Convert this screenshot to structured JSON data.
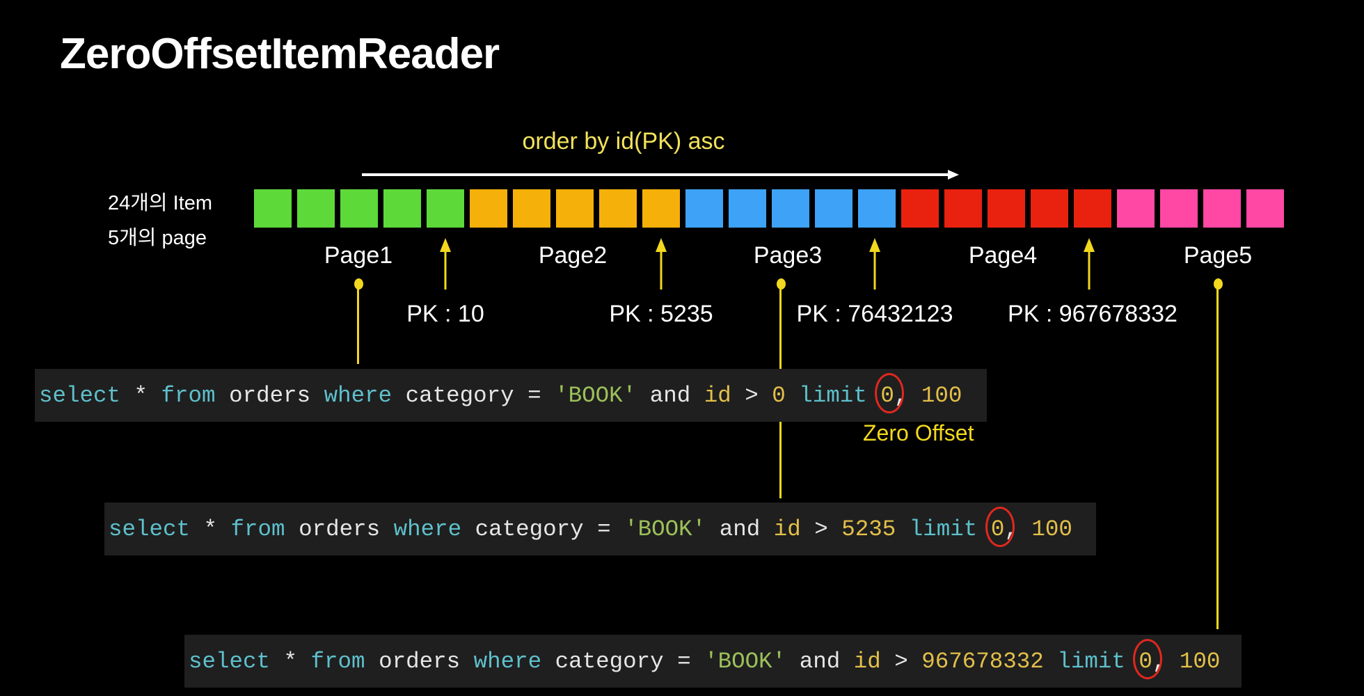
{
  "title": "ZeroOffsetItemReader",
  "order_label": "order by id(PK) asc",
  "item_count_label": "24개의 Item",
  "page_count_label": "5개의 page",
  "pages": [
    {
      "label": "Page1",
      "color": "#5dd93a",
      "items": 5
    },
    {
      "label": "Page2",
      "color": "#f6b00a",
      "items": 5
    },
    {
      "label": "Page3",
      "color": "#3ea2f7",
      "items": 5
    },
    {
      "label": "Page4",
      "color": "#e8220f",
      "items": 5
    },
    {
      "label": "Page5",
      "color": "#ff47a4",
      "items": 4
    }
  ],
  "pk_labels": [
    "PK : 10",
    "PK : 5235",
    "PK : 76432123",
    "PK : 967678332"
  ],
  "zero_offset_label": "Zero Offset",
  "queries": [
    {
      "tokens": [
        [
          "select",
          "kw"
        ],
        [
          " * ",
          "tx"
        ],
        [
          "from",
          "kw"
        ],
        [
          " orders ",
          "tx"
        ],
        [
          "where",
          "kw"
        ],
        [
          " category = ",
          "tx"
        ],
        [
          "'BOOK'",
          "st"
        ],
        [
          " and ",
          "tx"
        ],
        [
          "id",
          "nm"
        ],
        [
          " > ",
          "tx"
        ],
        [
          "0",
          "nm"
        ],
        [
          " ",
          "tx"
        ],
        [
          "limit",
          "kw"
        ],
        [
          " ",
          "tx"
        ],
        [
          "0",
          "nm",
          "circ"
        ],
        [
          ", ",
          "tx"
        ],
        [
          "100",
          "nm"
        ]
      ]
    },
    {
      "tokens": [
        [
          "select",
          "kw"
        ],
        [
          " * ",
          "tx"
        ],
        [
          "from",
          "kw"
        ],
        [
          " orders ",
          "tx"
        ],
        [
          "where",
          "kw"
        ],
        [
          " category = ",
          "tx"
        ],
        [
          "'BOOK'",
          "st"
        ],
        [
          " and ",
          "tx"
        ],
        [
          "id",
          "nm"
        ],
        [
          " > ",
          "tx"
        ],
        [
          "5235",
          "nm"
        ],
        [
          " ",
          "tx"
        ],
        [
          "limit",
          "kw"
        ],
        [
          " ",
          "tx"
        ],
        [
          "0",
          "nm",
          "circ"
        ],
        [
          ", ",
          "tx"
        ],
        [
          "100",
          "nm"
        ]
      ]
    },
    {
      "tokens": [
        [
          "select",
          "kw"
        ],
        [
          " * ",
          "tx"
        ],
        [
          "from",
          "kw"
        ],
        [
          " orders ",
          "tx"
        ],
        [
          "where",
          "kw"
        ],
        [
          " category = ",
          "tx"
        ],
        [
          "'BOOK'",
          "st"
        ],
        [
          " and ",
          "tx"
        ],
        [
          "id",
          "nm"
        ],
        [
          " > ",
          "tx"
        ],
        [
          "967678332",
          "nm"
        ],
        [
          " ",
          "tx"
        ],
        [
          "limit",
          "kw"
        ],
        [
          " ",
          "tx"
        ],
        [
          "0",
          "nm",
          "circ"
        ],
        [
          ", ",
          "tx"
        ],
        [
          "100",
          "nm"
        ]
      ]
    }
  ]
}
